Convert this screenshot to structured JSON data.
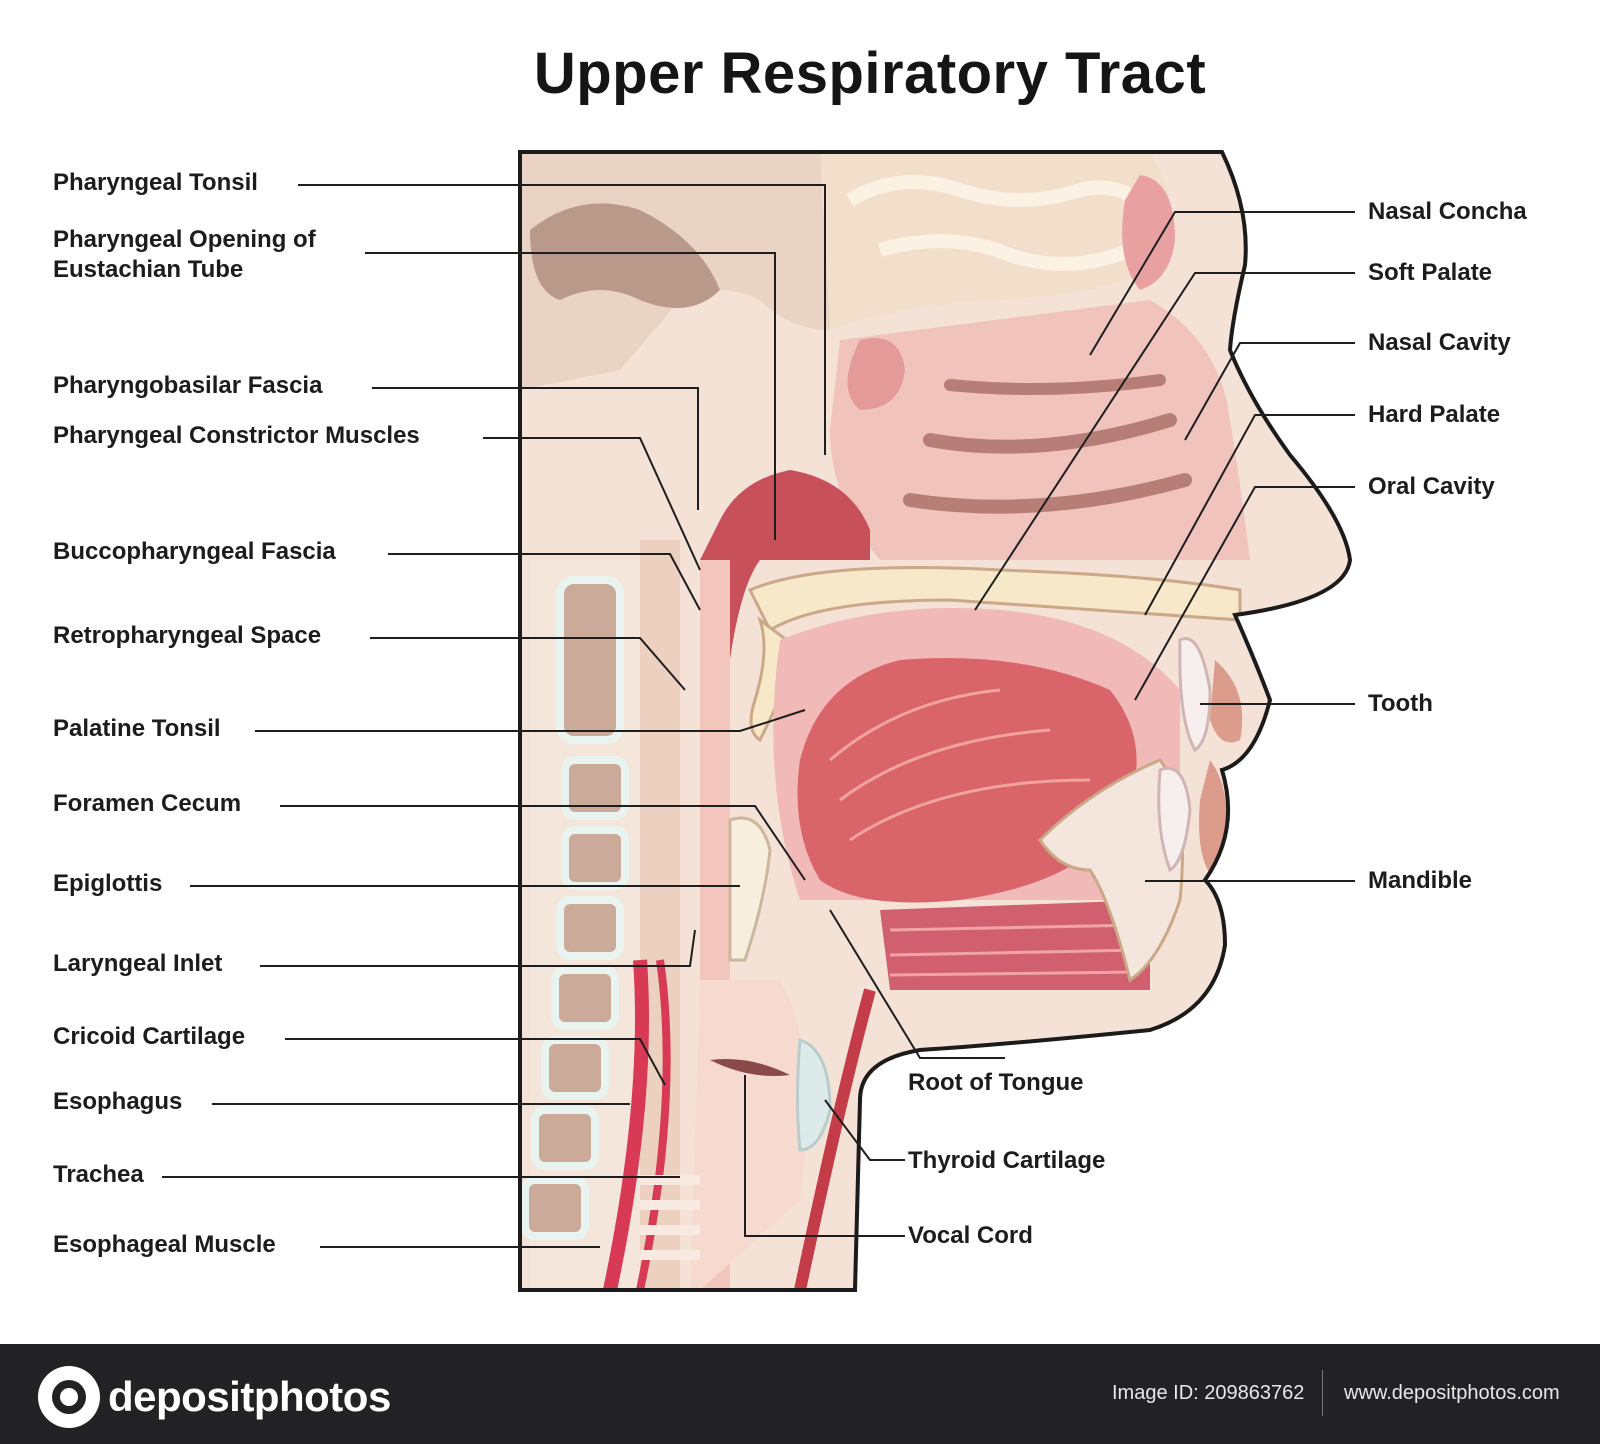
{
  "title": "Upper Respiratory Tract",
  "labels_left": [
    "Pharyngeal Tonsil",
    "Pharyngeal Opening of",
    "Eustachian Tube",
    "Pharyngobasilar Fascia",
    "Pharyngeal Constrictor Muscles",
    "Buccopharyngeal Fascia",
    "Retropharyngeal Space",
    "Palatine Tonsil",
    "Foramen Cecum",
    "Epiglottis",
    "Laryngeal Inlet",
    "Cricoid Cartilage",
    "Esophagus",
    "Trachea",
    "Esophageal Muscle"
  ],
  "labels_right": [
    "Nasal Concha",
    "Soft Palate",
    "Nasal Cavity",
    "Hard Palate",
    "Oral Cavity",
    "Tooth",
    "Mandible"
  ],
  "labels_bottom": [
    "Root of Tongue",
    "Thyroid Cartilage",
    "Vocal Cord"
  ],
  "footer": {
    "brand": "depositphotos",
    "image_id": "Image ID: 209863762",
    "url": "www.depositphotos.com"
  }
}
